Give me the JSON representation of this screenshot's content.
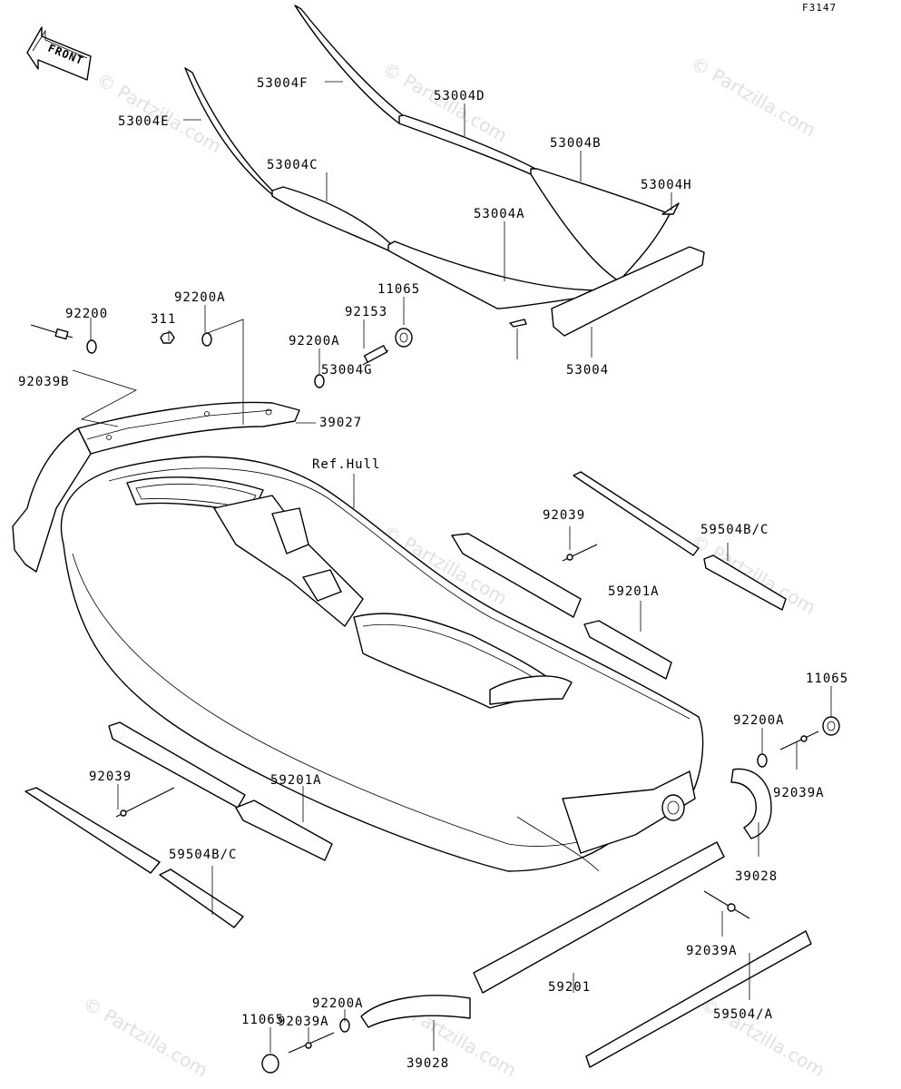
{
  "diagram_code": "F3147",
  "front_label": "FRONT",
  "watermark": "© Partzilla.com",
  "ref_hull": "Ref.Hull",
  "labels": {
    "p53004F": "53004F",
    "p53004D": "53004D",
    "p53004E": "53004E",
    "p53004B": "53004B",
    "p53004C": "53004C",
    "p53004H": "53004H",
    "p53004A": "53004A",
    "p53004G": "53004G",
    "p53004": "53004",
    "p11065_top": "11065",
    "p92200A_top": "92200A",
    "p92153": "92153",
    "p92200": "92200",
    "p311": "311",
    "p92200A_mid": "92200A",
    "p92039B": "92039B",
    "p39027": "39027",
    "p92039_right": "92039",
    "p59504BC_right": "59504B/C",
    "p59201A_right": "59201A",
    "p11065_right": "11065",
    "p92200A_right": "92200A",
    "p92039A_right": "92039A",
    "p39028_right": "39028",
    "p92039_left": "92039",
    "p59201A_left": "59201A",
    "p59504BC_left": "59504B/C",
    "p92039A_bottom": "92039A",
    "p59201": "59201",
    "p59504A": "59504/A",
    "p92200A_bottom": "92200A",
    "p92039A_bottom2": "92039A",
    "p11065_bottom": "11065",
    "p39028_bottom": "39028"
  }
}
